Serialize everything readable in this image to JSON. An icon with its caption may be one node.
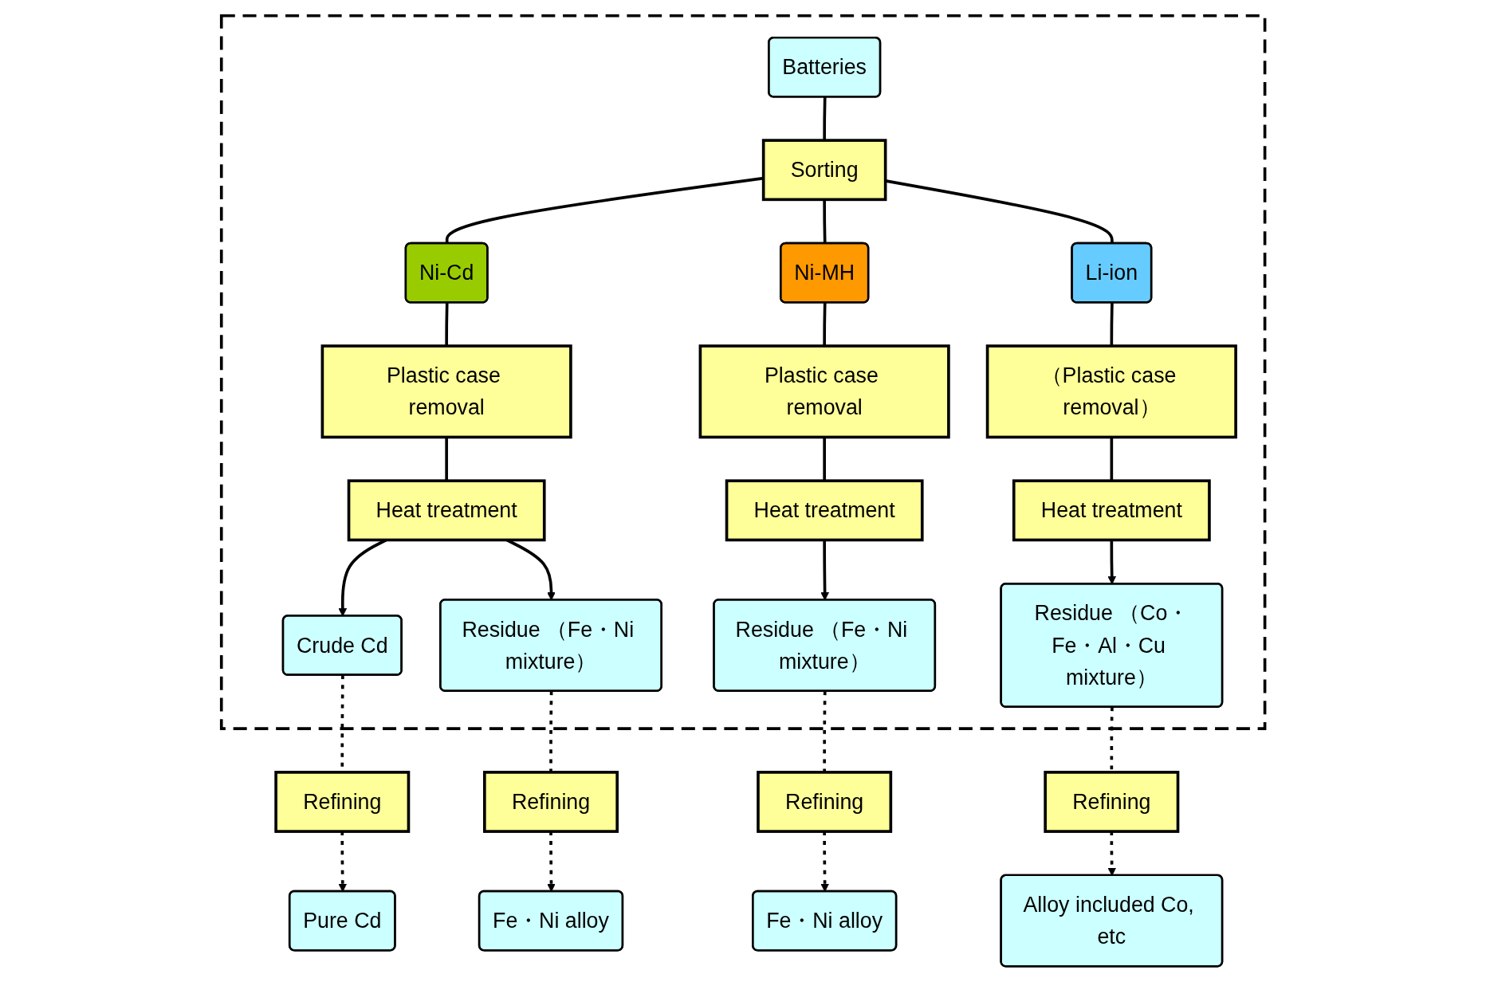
{
  "diagram": {
    "nodes": [
      {
        "text": [],
        "shape": "box"
      },
      {
        "text": [
          "Batteries"
        ],
        "in": 0
      },
      {
        "text": [
          "Sorting"
        ],
        "in": 0
      },
      {
        "text": [
          "Ni-Cd"
        ],
        "in": 0
      },
      {
        "text": [
          "Ni-MH"
        ],
        "in": 0
      },
      {
        "text": [
          "Li-ion"
        ],
        "in": 0
      },
      {
        "text": [
          "Plastic case removal"
        ],
        "in": 0
      },
      {
        "text": [
          "Heat treatment"
        ],
        "in": 0
      },
      {
        "text": [
          "Crude Cd"
        ],
        "in": 0
      },
      {
        "text": [
          "Residue （Fe・Ni mixture）"
        ],
        "in": 0
      },
      {
        "text": [
          "Plastic case removal"
        ],
        "in": 0
      },
      {
        "text": [
          "Heat treatment"
        ],
        "in": 0
      },
      {
        "text": [
          "Residue （Fe・Ni mixture）"
        ],
        "in": 0
      },
      {
        "text": [
          "（Plastic case removal）"
        ],
        "in": 0
      },
      {
        "text": [
          "Heat treatment"
        ],
        "in": 0
      },
      {
        "text": [
          "Residue （Co・Fe・Al・Cu mixture）"
        ],
        "in": 0
      },
      {
        "text": [
          "Refining"
        ]
      },
      {
        "text": [
          "Pure Cd"
        ]
      },
      {
        "text": [
          "Refining"
        ]
      },
      {
        "text": [
          "Fe・Ni alloy"
        ]
      },
      {
        "text": [
          "Refining"
        ]
      },
      {
        "text": [
          "Fe・Ni alloy"
        ]
      },
      {
        "text": [
          "Refining"
        ]
      },
      {
        "text": [
          "Alloy included Co, etc"
        ]
      }
    ],
    "edges": [
      {
        "from": 1,
        "to": 2,
        "arrow": "none"
      },
      {
        "from": 2,
        "to": 3,
        "arrow": "none"
      },
      {
        "from": 2,
        "to": 4,
        "arrow": "none"
      },
      {
        "from": 2,
        "to": 5,
        "arrow": "none"
      },
      {
        "from": 3,
        "to": 6,
        "arrow": "none"
      },
      {
        "from": 6,
        "to": 7,
        "arrow": "none"
      },
      {
        "from": 7,
        "to": 8,
        "arrow": "to"
      },
      {
        "from": 7,
        "to": 9,
        "arrow": "to"
      },
      {
        "from": 4,
        "to": 10,
        "arrow": "none"
      },
      {
        "from": 10,
        "to": 11,
        "arrow": "none"
      },
      {
        "from": 11,
        "to": 12,
        "arrow": "to"
      },
      {
        "from": 5,
        "to": 13,
        "arrow": "none"
      },
      {
        "from": 13,
        "to": 14,
        "arrow": "none"
      },
      {
        "from": 14,
        "to": 15,
        "arrow": "to"
      },
      {
        "from": 8,
        "to": 16,
        "arrow": "none",
        "style": "dashed"
      },
      {
        "from": 16,
        "to": 17,
        "arrow": "to",
        "style": "dashed"
      },
      {
        "from": 9,
        "to": 18,
        "arrow": "none",
        "style": "dashed"
      },
      {
        "from": 18,
        "to": 19,
        "arrow": "to",
        "style": "dashed"
      },
      {
        "from": 12,
        "to": 20,
        "arrow": "none",
        "style": "dashed"
      },
      {
        "from": 20,
        "to": 21,
        "arrow": "to",
        "style": "dashed"
      },
      {
        "from": 15,
        "to": 22,
        "arrow": "none",
        "style": "dashed"
      },
      {
        "from": 22,
        "to": 23,
        "arrow": "to",
        "style": "dashed"
      }
    ]
  }
}
